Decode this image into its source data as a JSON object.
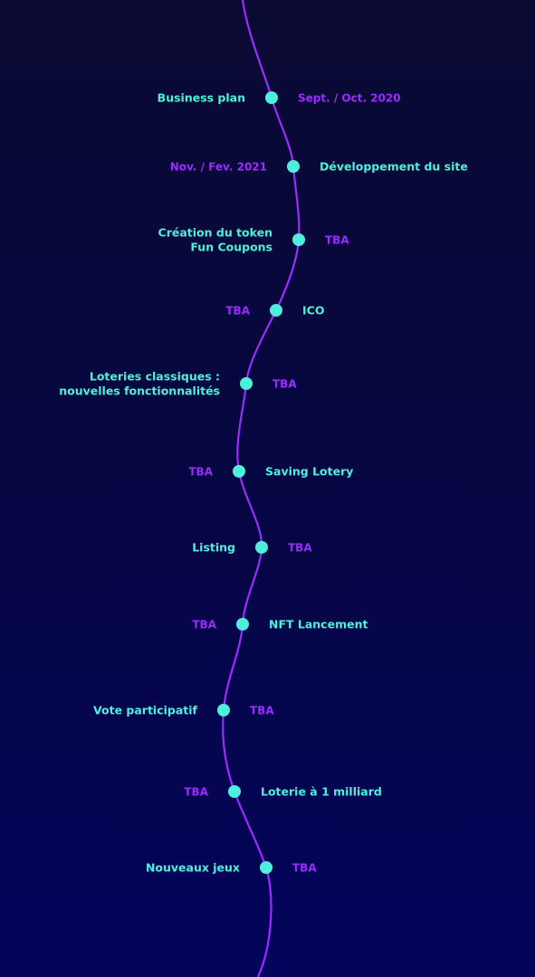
{
  "colors": {
    "line": "#9b2cff",
    "dot": "#4ef0dc",
    "title_text": "#4ef0dc",
    "date_text": "#9b2cff"
  },
  "milestones": [
    {
      "title": [
        "Business plan"
      ],
      "date": "Sept. / Oct. 2020"
    },
    {
      "title": [
        "Développement du site"
      ],
      "date": "Nov. / Fev. 2021"
    },
    {
      "title": [
        "Création du token",
        "Fun Coupons"
      ],
      "date": "TBA"
    },
    {
      "title": [
        "ICO"
      ],
      "date": "TBA"
    },
    {
      "title": [
        "Loteries classiques :",
        "nouvelles fonctionnalités"
      ],
      "date": "TBA"
    },
    {
      "title": [
        "Saving Lotery"
      ],
      "date": "TBA"
    },
    {
      "title": [
        "Listing"
      ],
      "date": "TBA"
    },
    {
      "title": [
        "NFT Lancement"
      ],
      "date": "TBA"
    },
    {
      "title": [
        "Vote participatif"
      ],
      "date": "TBA"
    },
    {
      "title": [
        "Loterie à 1 milliard"
      ],
      "date": "TBA"
    },
    {
      "title": [
        "Nouveaux jeux"
      ],
      "date": "TBA"
    }
  ]
}
